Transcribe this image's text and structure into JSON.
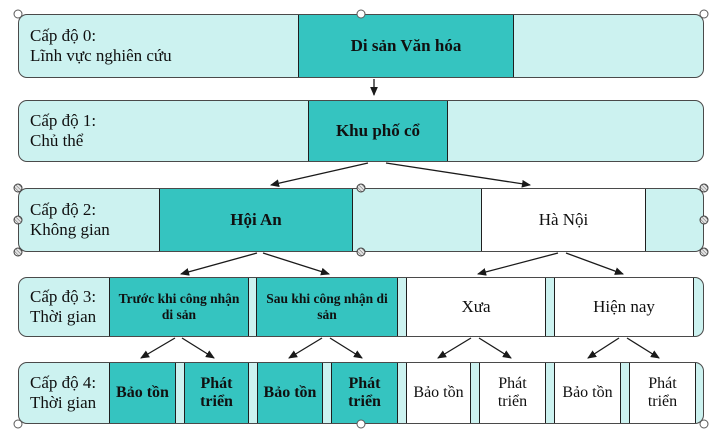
{
  "diagram": {
    "rows": [
      {
        "level": "Cấp độ 0:",
        "category": "Lĩnh vực nghiên cứu",
        "boxes": [
          {
            "text": "Di sản Văn hóa",
            "highlighted": true
          }
        ]
      },
      {
        "level": "Cấp độ 1:",
        "category": "Chủ thể",
        "boxes": [
          {
            "text": "Khu phố cổ",
            "highlighted": true
          }
        ]
      },
      {
        "level": "Cấp độ 2:",
        "category": "Không gian",
        "boxes": [
          {
            "text": "Hội An",
            "highlighted": true
          },
          {
            "text": "Hà Nội",
            "highlighted": false
          }
        ]
      },
      {
        "level": "Cấp độ 3:",
        "category": "Thời gian",
        "boxes": [
          {
            "text": "Trước khi công nhận di sản",
            "highlighted": true
          },
          {
            "text": "Sau khi công nhận di sản",
            "highlighted": true
          },
          {
            "text": "Xưa",
            "highlighted": false
          },
          {
            "text": "Hiện nay",
            "highlighted": false
          }
        ]
      },
      {
        "level": "Cấp độ 4:",
        "category": "Thời gian",
        "boxes": [
          {
            "text": "Bảo tồn",
            "highlighted": true
          },
          {
            "text": "Phát triển",
            "highlighted": true
          },
          {
            "text": "Bảo tồn",
            "highlighted": true
          },
          {
            "text": "Phát triển",
            "highlighted": true
          },
          {
            "text": "Bảo tồn",
            "highlighted": false
          },
          {
            "text": "Phát triển",
            "highlighted": false
          },
          {
            "text": "Bảo tồn",
            "highlighted": false
          },
          {
            "text": "Phát triển",
            "highlighted": false
          }
        ]
      }
    ],
    "edges": [
      {
        "from": "Di sản Văn hóa",
        "to": "Khu phố cổ"
      },
      {
        "from": "Khu phố cổ",
        "to": "Hội An"
      },
      {
        "from": "Khu phố cổ",
        "to": "Hà Nội"
      },
      {
        "from": "Hội An",
        "to": "Trước khi công nhận di sản"
      },
      {
        "from": "Hội An",
        "to": "Sau khi công nhận di sản"
      },
      {
        "from": "Hà Nội",
        "to": "Xưa"
      },
      {
        "from": "Hà Nội",
        "to": "Hiện nay"
      },
      {
        "from": "Trước khi công nhận di sản",
        "to": "Bảo tồn"
      },
      {
        "from": "Trước khi công nhận di sản",
        "to": "Phát triển"
      },
      {
        "from": "Sau khi công nhận di sản",
        "to": "Bảo tồn"
      },
      {
        "from": "Sau khi công nhận di sản",
        "to": "Phát triển"
      },
      {
        "from": "Xưa",
        "to": "Bảo tồn"
      },
      {
        "from": "Xưa",
        "to": "Phát triển"
      },
      {
        "from": "Hiện nay",
        "to": "Bảo tồn"
      },
      {
        "from": "Hiện nay",
        "to": "Phát triển"
      }
    ],
    "selection": {
      "group_handle_icon": "selection-handle-circle-icon",
      "selected_row_handle_icon": "selection-handle-hatched-icon",
      "selected_row_level": "Cấp độ 2:"
    }
  },
  "colors": {
    "highlight_fill": "#35C4C0",
    "row_fill": "#CCF2F0",
    "plain_fill": "#FFFFFF",
    "border": "#4A4A4A",
    "arrow": "#1A1A1A"
  }
}
